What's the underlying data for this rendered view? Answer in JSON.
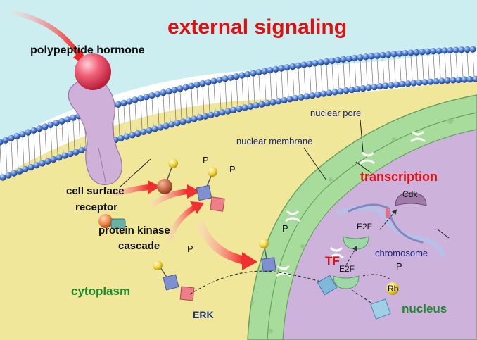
{
  "title": "external signaling",
  "labels": {
    "hormone": "polypeptide hormone",
    "nuclear_pore": "nuclear pore",
    "nuclear_membrane": "nuclear membrane",
    "transcription": "transcription",
    "receptor_line1": "cell surface",
    "receptor_line2": "receptor",
    "cdk": "Cdk",
    "e2f_top": "E2F",
    "kinase_line1": "protein kinase",
    "kinase_line2": "cascade",
    "chromosome": "chromosome",
    "tf": "TF",
    "e2f_bottom": "E2F",
    "rb": "Rb",
    "cytoplasm": "cytoplasm",
    "nucleus": "nucleus",
    "erk": "ERK"
  },
  "phospho": {
    "p1": "P",
    "p2": "P",
    "p3": "P",
    "p4": "P",
    "p5": "P"
  },
  "colors": {
    "extracellular": "#cdeef0",
    "cytoplasm": "#f1e79a",
    "membrane_head": "#3f6fc4",
    "nuclear_envelope": "#a8dc9c",
    "nucleus": "#cdb3dc",
    "hormone": "#e8506a",
    "receptor": "#cfb0d8",
    "arrow": "#f03030"
  }
}
